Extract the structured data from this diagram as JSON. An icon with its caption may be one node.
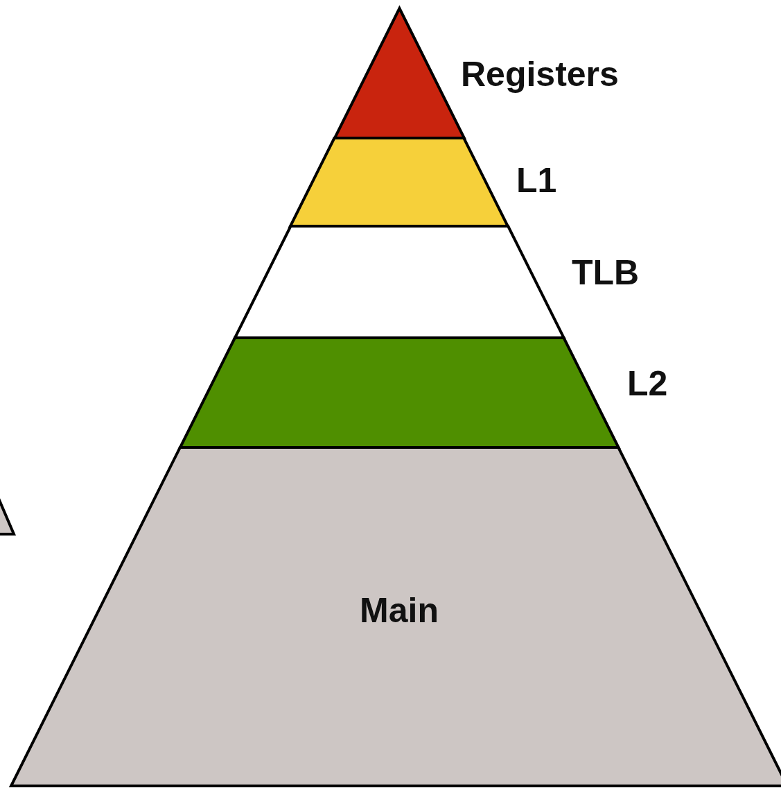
{
  "diagram": {
    "nodes": [
      {
        "text": [
          "Registers"
        ]
      },
      {
        "text": [
          "L1"
        ]
      },
      {
        "text": [
          "TLB"
        ]
      },
      {
        "text": [
          "L2"
        ]
      },
      {
        "text": [
          "Main"
        ]
      }
    ]
  }
}
